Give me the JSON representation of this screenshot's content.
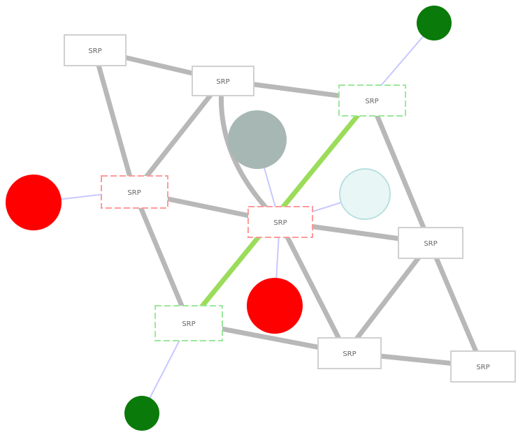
{
  "nodes": [
    {
      "id": "n1",
      "label": "SRP",
      "style": "plain"
    },
    {
      "id": "n2",
      "label": "SRP",
      "style": "plain"
    },
    {
      "id": "n3",
      "label": "SRP",
      "style": "green"
    },
    {
      "id": "n4",
      "label": "SRP",
      "style": "red"
    },
    {
      "id": "n5",
      "label": "SRP",
      "style": "red"
    },
    {
      "id": "n6",
      "label": "SRP",
      "style": "plain"
    },
    {
      "id": "n7",
      "label": "SRP",
      "style": "green"
    },
    {
      "id": "n8",
      "label": "SRP",
      "style": "plain"
    },
    {
      "id": "n9",
      "label": "SRP",
      "style": "plain"
    }
  ],
  "circles": [
    {
      "id": "c-green-top",
      "label": "",
      "color": "#0a7a0a"
    },
    {
      "id": "c-red-left",
      "label": "",
      "color": "#ff0000"
    },
    {
      "id": "c-gray",
      "label": "",
      "color": "#a7b7b3"
    },
    {
      "id": "c-cyan",
      "label": "",
      "color": "#e9f6f6"
    },
    {
      "id": "c-red-center",
      "label": "",
      "color": "#ff0000"
    },
    {
      "id": "c-green-bottom",
      "label": "",
      "color": "#0a7a0a"
    }
  ],
  "edge_labels": [
    "",
    ""
  ],
  "colors": {
    "edge_gray": "#b8b8b8",
    "edge_green": "#9bdc5a",
    "edge_blue": "#c8c8ff",
    "red_outline": "#ff9a9a",
    "green_outline": "#9be89b",
    "plain_outline": "#d0d0d0"
  }
}
